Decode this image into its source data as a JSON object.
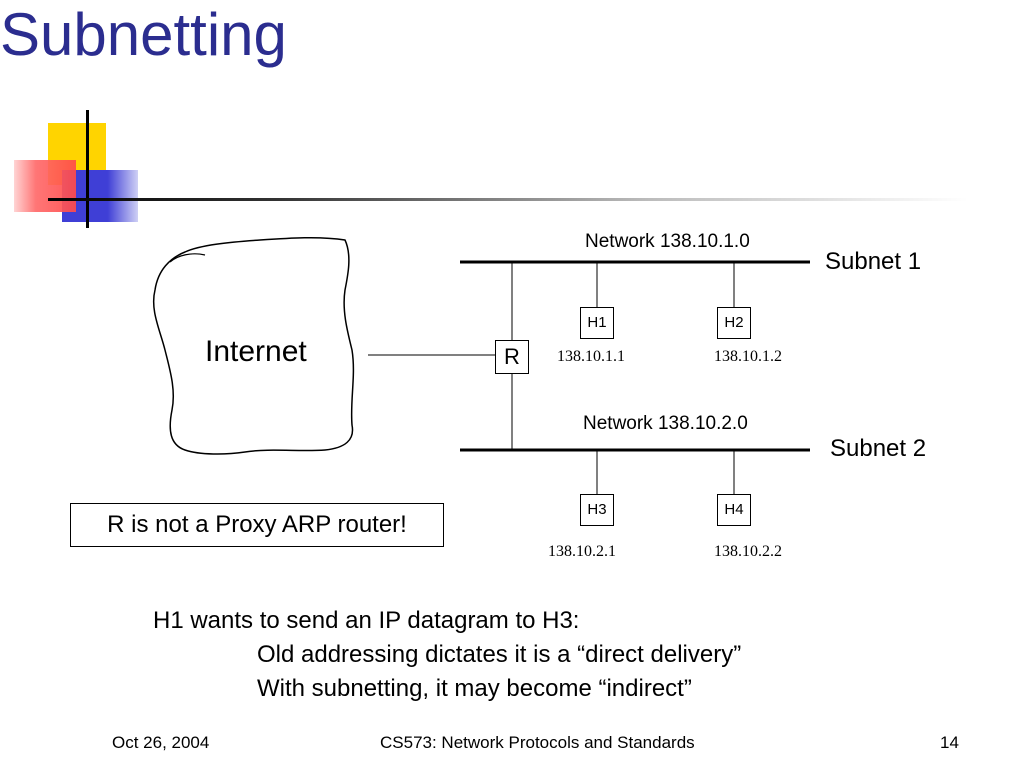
{
  "slide": {
    "title": "Subnetting",
    "footer": {
      "date": "Oct 26, 2004",
      "course": "CS573: Network Protocols and Standards",
      "page": "14"
    }
  },
  "diagram": {
    "cloud_label": "Internet",
    "router_label": "R",
    "subnet1": {
      "network_label": "Network 138.10.1.0",
      "subnet_label": "Subnet 1",
      "hosts": [
        {
          "name": "H1",
          "ip": "138.10.1.1"
        },
        {
          "name": "H2",
          "ip": "138.10.1.2"
        }
      ]
    },
    "subnet2": {
      "network_label": "Network 138.10.2.0",
      "subnet_label": "Subnet 2",
      "hosts": [
        {
          "name": "H3",
          "ip": "138.10.2.1"
        },
        {
          "name": "H4",
          "ip": "138.10.2.2"
        }
      ]
    },
    "note": "R is not a Proxy ARP router!"
  },
  "body": {
    "line1": "H1 wants to send an IP datagram to H3:",
    "line2": "Old addressing dictates it is a “direct delivery”",
    "line3": "With subnetting, it may become “indirect”"
  },
  "theme": {
    "title_color": "#2b2d8f",
    "deco_yellow": "#ffd400",
    "deco_blue": "#3f3fd6",
    "deco_red": "#ff5a5a"
  }
}
